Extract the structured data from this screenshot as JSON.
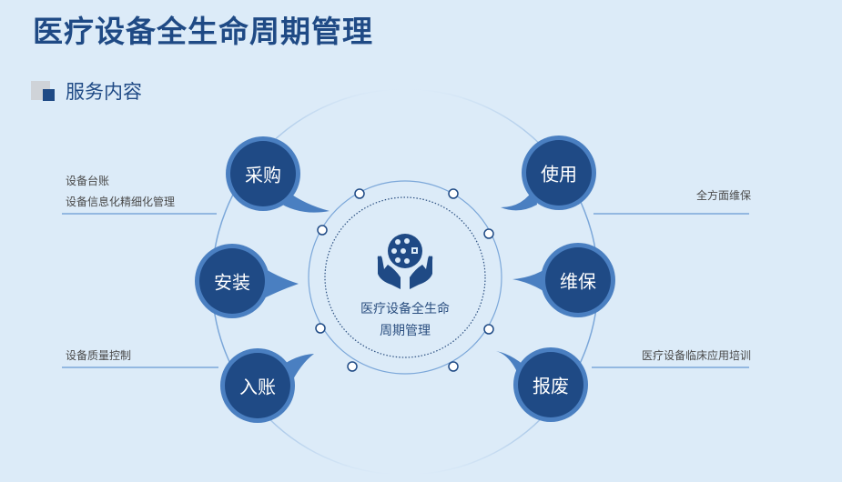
{
  "title": "医疗设备全生命周期管理",
  "section": {
    "label": "服务内容"
  },
  "center": {
    "icon": "hands-holding-device-icon",
    "line1": "医疗设备全生命",
    "line2": "周期管理"
  },
  "nodes": [
    {
      "id": "purchase",
      "label": "采购"
    },
    {
      "id": "install",
      "label": "安装"
    },
    {
      "id": "account",
      "label": "入账"
    },
    {
      "id": "use",
      "label": "使用"
    },
    {
      "id": "maintain",
      "label": "维保"
    },
    {
      "id": "scrap",
      "label": "报废"
    }
  ],
  "descriptions": {
    "left_top": [
      "设备台账",
      "设备信息化精细化管理"
    ],
    "left_bottom": [
      "设备质量控制"
    ],
    "right_top": [
      "全方面维保"
    ],
    "right_bottom": [
      "医疗设备临床应用培训"
    ]
  },
  "colors": {
    "background": "#dcebf8",
    "primary": "#1f4a85",
    "node_ring": "#4a7fc1",
    "line": "#7ba7d9",
    "text_gray": "#4a4a4a"
  }
}
